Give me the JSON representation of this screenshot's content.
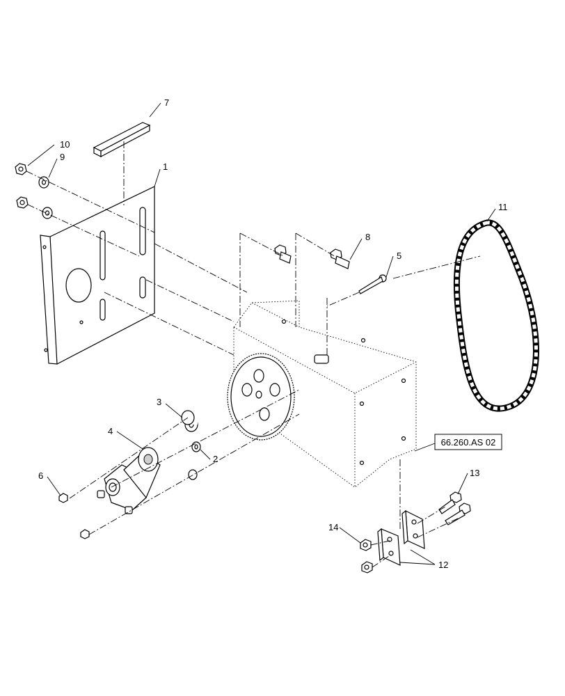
{
  "callouts": {
    "c1": "1",
    "c2": "2",
    "c3": "3",
    "c4": "4",
    "c5": "5",
    "c6": "6",
    "c7": "7",
    "c8": "8",
    "c9": "9",
    "c10": "10",
    "c11": "11",
    "c12": "12",
    "c13": "13",
    "c14": "14"
  },
  "reference_box": "66.260.AS 02",
  "colors": {
    "line": "#000000",
    "background": "#ffffff",
    "shade": "#cfcfcf"
  }
}
